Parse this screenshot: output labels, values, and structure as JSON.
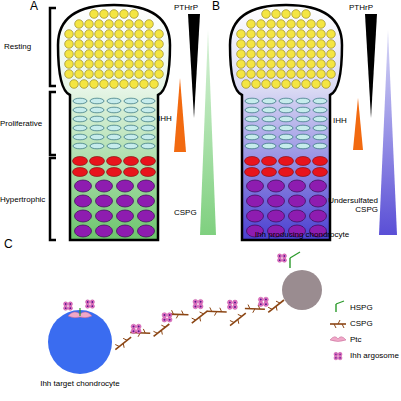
{
  "diagram": {
    "nodes": [
      {
        "text": [
          "Ihh producing chondrocyte"
        ]
      },
      {
        "text": [
          "Ihh target chondrocyte"
        ]
      }
    ],
    "labels": [
      "A",
      "Resting",
      "Proliferative",
      "Hypertrophic",
      "PTHrP",
      "IHH",
      "CSPG",
      "B",
      "PTHrP",
      "IHH",
      "Undersulfated CSPG",
      "C"
    ],
    "legend": [
      {
        "text": "HSPG"
      },
      {
        "text": "CSPG"
      },
      {
        "text": "Ptc"
      },
      {
        "text": "Ihh argosome"
      }
    ]
  }
}
